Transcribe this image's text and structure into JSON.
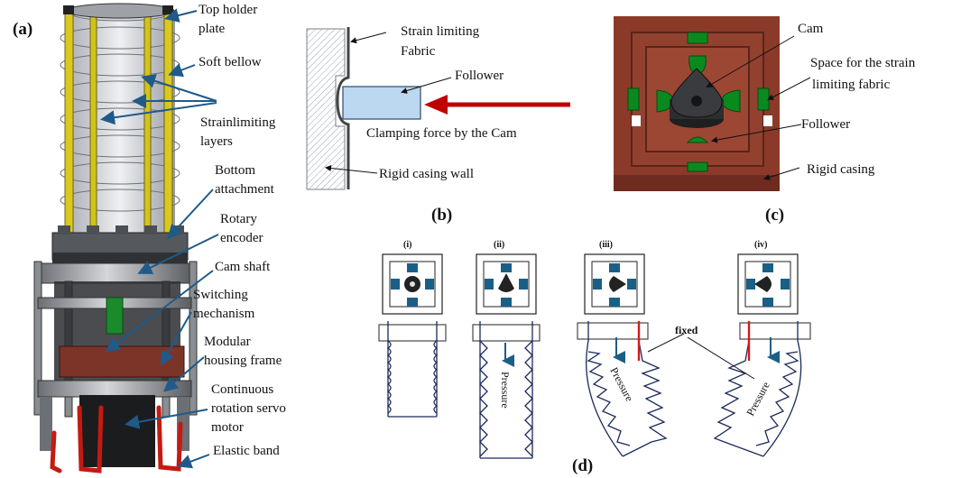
{
  "panels": {
    "a": "(a)",
    "b": "(b)",
    "c": "(c)",
    "d": "(d)"
  },
  "panel_a_labels": {
    "top_holder_1": "Top holder",
    "top_holder_2": "plate",
    "soft_bellow": "Soft bellow",
    "strainlimiting_1": "Strainlimiting",
    "strainlimiting_2": "layers",
    "bottom_1": "Bottom",
    "bottom_2": "attachment",
    "rotary_1": "Rotary",
    "rotary_2": "encoder",
    "cam_shaft": "Cam shaft",
    "switching_1": "Switching",
    "switching_2": "mechanism",
    "modular_1": "Modular",
    "modular_2": "housing frame",
    "servo_1": "Continuous",
    "servo_2": "rotation servo",
    "servo_3": "motor",
    "elastic_band": "Elastic band"
  },
  "panel_b_labels": {
    "strain_1": "Strain limiting",
    "strain_2": "Fabric",
    "follower": "Follower",
    "clamping": "Clamping force by the Cam",
    "rigid_wall": "Rigid casing wall"
  },
  "panel_c_labels": {
    "cam": "Cam",
    "space_1": "Space for the strain",
    "space_2": "limiting fabric",
    "follower": "Follower",
    "rigid_casing": "Rigid casing"
  },
  "panel_d_labels": {
    "i": "(i)",
    "ii": "(ii)",
    "iii": "(iii)",
    "iv": "(iv)",
    "fixed": "fixed",
    "pressure": "Pressure"
  },
  "colors": {
    "arrow_red": "#c00000",
    "leader_blue": "#1f5a8a",
    "casing_brown": "#8b3a2a",
    "follower_green": "#0a8a1e",
    "follower_blue_fill": "#bcd8f0",
    "rod_yellow": "#d8c820",
    "band_red": "#c41a12",
    "fixed_red": "#d61a1a"
  }
}
